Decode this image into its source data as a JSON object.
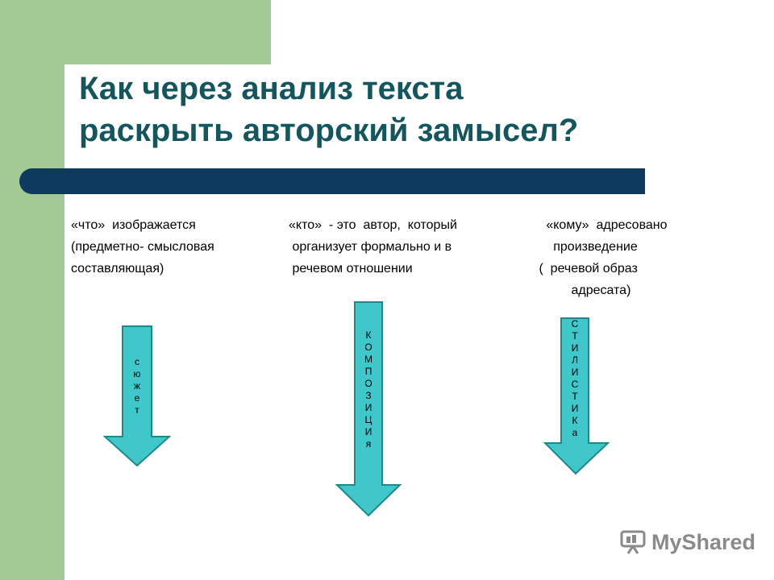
{
  "colors": {
    "green_band": "#a3c994",
    "title_text": "#14565e",
    "title_bar": "#0e3a60",
    "arrow_fill": "#3fc7c9",
    "arrow_stroke": "#20878a",
    "logo": "#8a8a8a"
  },
  "title": "Как через анализ текста\nраскрыть авторский замысел?",
  "columns": [
    {
      "lines": [
        "«что»  изображается",
        "(предметно- смысловая",
        "составляющая)"
      ]
    },
    {
      "lines": [
        "«кто»  - это  автор,  который",
        " организует формально и в",
        " речевом отношении"
      ]
    },
    {
      "lines": [
        "   «кому»  адресовано",
        "     произведение",
        " (  речевой образ",
        "          адресата)"
      ]
    }
  ],
  "arrows": [
    {
      "label": "с\nю\nж\nе\nт"
    },
    {
      "label": "К\nО\nМ\nП\nО\nЗ\nИ\nЦ\nИ\nя"
    },
    {
      "label": "С\nТ\nИ\nЛ\nИ\nС\nТ\nИ\nК\nа"
    }
  ],
  "logo": {
    "icon": "presentation-icon",
    "text": "MyShared"
  }
}
